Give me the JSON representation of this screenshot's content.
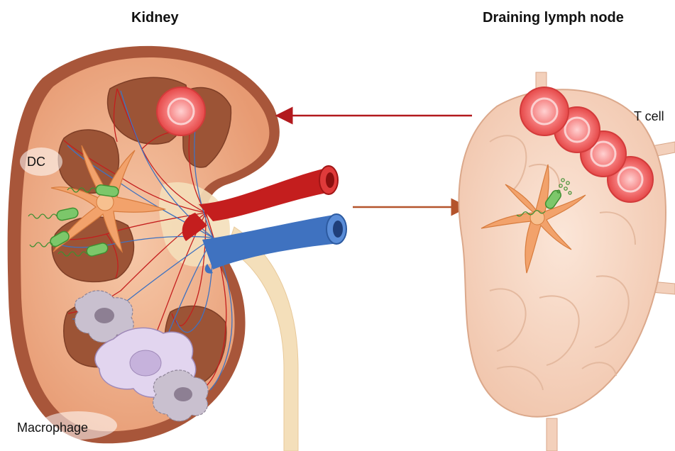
{
  "titles": {
    "kidney": "Kidney",
    "lymph_node": "Draining lymph node"
  },
  "labels": {
    "dc": "DC",
    "macrophage": "Macrophage",
    "t_cell": "T cell"
  },
  "colors": {
    "kidney_capsule": "#a8563a",
    "kidney_cortex": "#e8a27c",
    "pyramid": "#9c5436",
    "artery": "#c41e1e",
    "vein": "#3f72c0",
    "lymph_node": "#f7d5c2",
    "dendritic_cell": "#f2a26b",
    "bacteria": "#7cc76a",
    "macrophage": "#d9cce8",
    "t_cell": "#f26d6d",
    "arrow_red": "#b2191d",
    "arrow_orange": "#b4542c",
    "ureter": "#f4dfba"
  },
  "icons": [
    "kidney-organ",
    "lymph-node-organ",
    "dendritic-cell-icon",
    "bacterium-icon",
    "macrophage-icon",
    "t-cell-icon",
    "artery-icon",
    "vein-icon"
  ]
}
